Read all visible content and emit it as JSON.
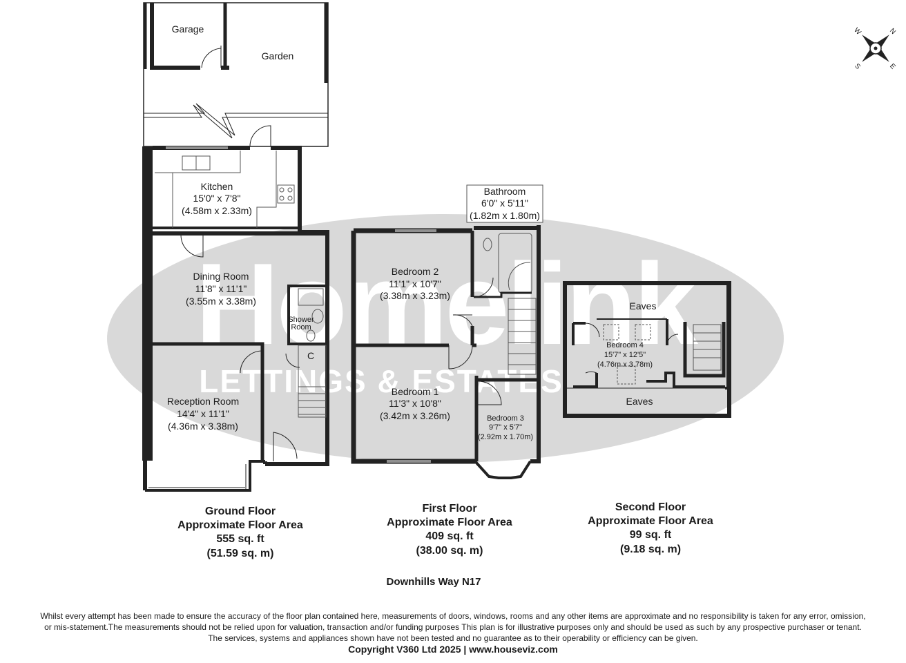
{
  "watermark": {
    "brand": "Homelink",
    "tagline": "LETTINGS & ESTATES"
  },
  "compass": {
    "n": "N",
    "s": "S",
    "e": "E",
    "w": "W"
  },
  "ground_floor": {
    "rooms": {
      "garage": "Garage",
      "garden": "Garden",
      "kitchen": {
        "name": "Kitchen",
        "imperial": "15'0\" x 7'8\"",
        "metric": "(4.58m x 2.33m)"
      },
      "dining": {
        "name": "Dining Room",
        "imperial": "11'8\" x 11'1\"",
        "metric": "(3.55m x 3.38m)"
      },
      "shower": {
        "line1": "Shower",
        "line2": "Room"
      },
      "cupboard": "C",
      "reception": {
        "name": "Reception Room",
        "imperial": "14'4\" x 11'1\"",
        "metric": "(4.36m x 3.38m)"
      }
    },
    "caption": {
      "title": "Ground Floor",
      "subtitle": "Approximate Floor Area",
      "sqft": "555 sq. ft",
      "sqm": "(51.59 sq. m)"
    }
  },
  "first_floor": {
    "rooms": {
      "bathroom": {
        "name": "Bathroom",
        "imperial": "6'0\" x 5'11\"",
        "metric": "(1.82m x 1.80m)"
      },
      "bedroom2": {
        "name": "Bedroom 2",
        "imperial": "11'1\" x 10'7\"",
        "metric": "(3.38m x 3.23m)"
      },
      "bedroom1": {
        "name": "Bedroom 1",
        "imperial": "11'3\" x 10'8\"",
        "metric": "(3.42m x 3.26m)"
      },
      "bedroom3": {
        "name": "Bedroom 3",
        "imperial": "9'7\" x 5'7\"",
        "metric": "(2.92m x 1.70m)"
      }
    },
    "caption": {
      "title": "First Floor",
      "subtitle": "Approximate Floor Area",
      "sqft": "409 sq. ft",
      "sqm": "(38.00 sq. m)"
    }
  },
  "second_floor": {
    "rooms": {
      "eaves_top": "Eaves",
      "bedroom4": {
        "name": "Bedroom 4",
        "imperial": "15'7\" x 12'5\"",
        "metric": "(4.76m x 3.78m)"
      },
      "eaves_bottom": "Eaves"
    },
    "caption": {
      "title": "Second Floor",
      "subtitle": "Approximate Floor Area",
      "sqft": "99 sq. ft",
      "sqm": "(9.18 sq. m)"
    }
  },
  "address": "Downhills Way N17",
  "disclaimer": {
    "line1": "Whilst every attempt has been made to ensure the accuracy of the floor plan contained here, measurements of doors, windows, rooms and any other items are approximate and no responsibility is taken for any error, omission,",
    "line2": "or mis-statement.The measurements should not be relied upon for valuation, transaction and/or funding purposes This plan is for illustrative purposes only and should be used as such by any prospective purchaser or tenant.",
    "line3": "The services, systems and appliances shown have not been tested and no guarantee as to their operability or efficiency can be given.",
    "copyright": "Copyright V360 Ltd 2025 | www.houseviz.com"
  }
}
